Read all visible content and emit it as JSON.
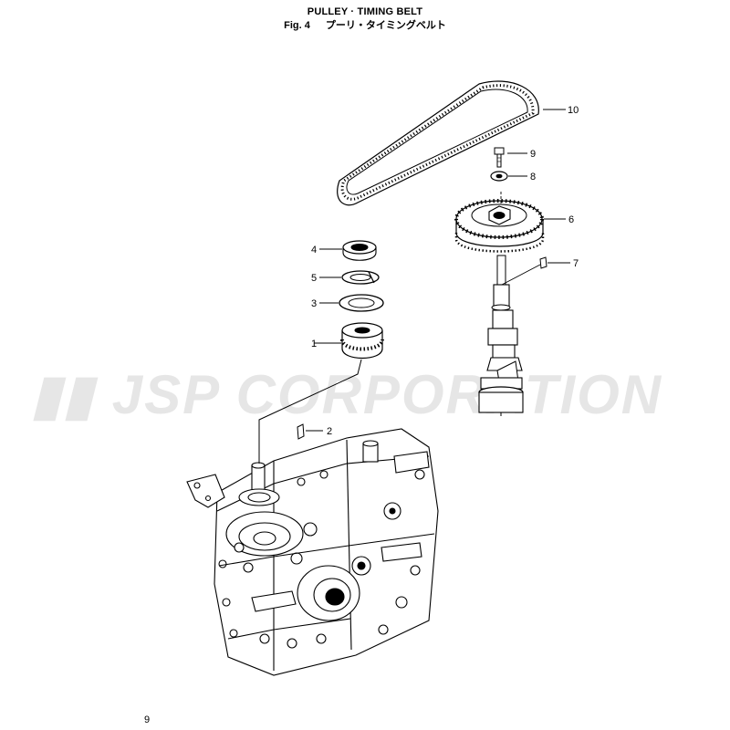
{
  "header": {
    "title": "PULLEY · TIMING BELT",
    "fig_label": "Fig. 4",
    "subtitle_jp": "プーリ・タイミングベルト"
  },
  "watermark": "JSP CORPORATION",
  "callouts": [
    "1",
    "2",
    "3",
    "4",
    "5",
    "6",
    "7",
    "8",
    "9",
    "10"
  ],
  "page_number": "9"
}
